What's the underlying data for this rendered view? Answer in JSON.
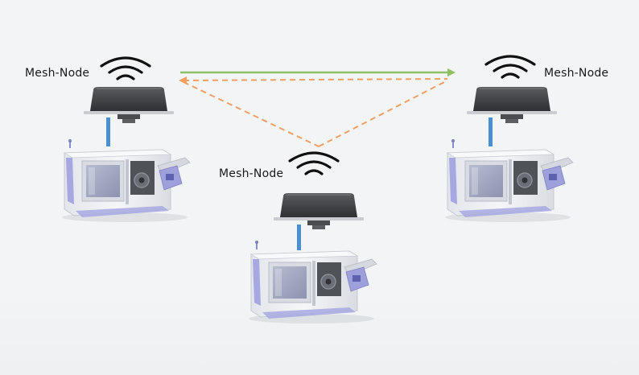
{
  "nodes": [
    {
      "id": "left",
      "label": "Mesh-Node"
    },
    {
      "id": "center",
      "label": "Mesh-Node"
    },
    {
      "id": "right",
      "label": "Mesh-Node"
    }
  ],
  "links": [
    {
      "from": "left",
      "to": "right",
      "style": "solid",
      "color": "#8cc063"
    },
    {
      "from": "right",
      "to": "left",
      "style": "dashed",
      "color": "#f0a060"
    },
    {
      "from": "left",
      "to": "center",
      "style": "dashed",
      "color": "#f0a060"
    },
    {
      "from": "center",
      "to": "right",
      "style": "dashed",
      "color": "#f0a060"
    }
  ],
  "colors": {
    "background": "#f2f4f6",
    "gateway": "#3d3f42",
    "mast": "#4a8fd0",
    "machine_body": "#eef0f3",
    "machine_accent": "#8f8fd8"
  },
  "icons": [
    "wifi-signal-icon",
    "mesh-gateway-icon",
    "cnc-machine-icon"
  ]
}
